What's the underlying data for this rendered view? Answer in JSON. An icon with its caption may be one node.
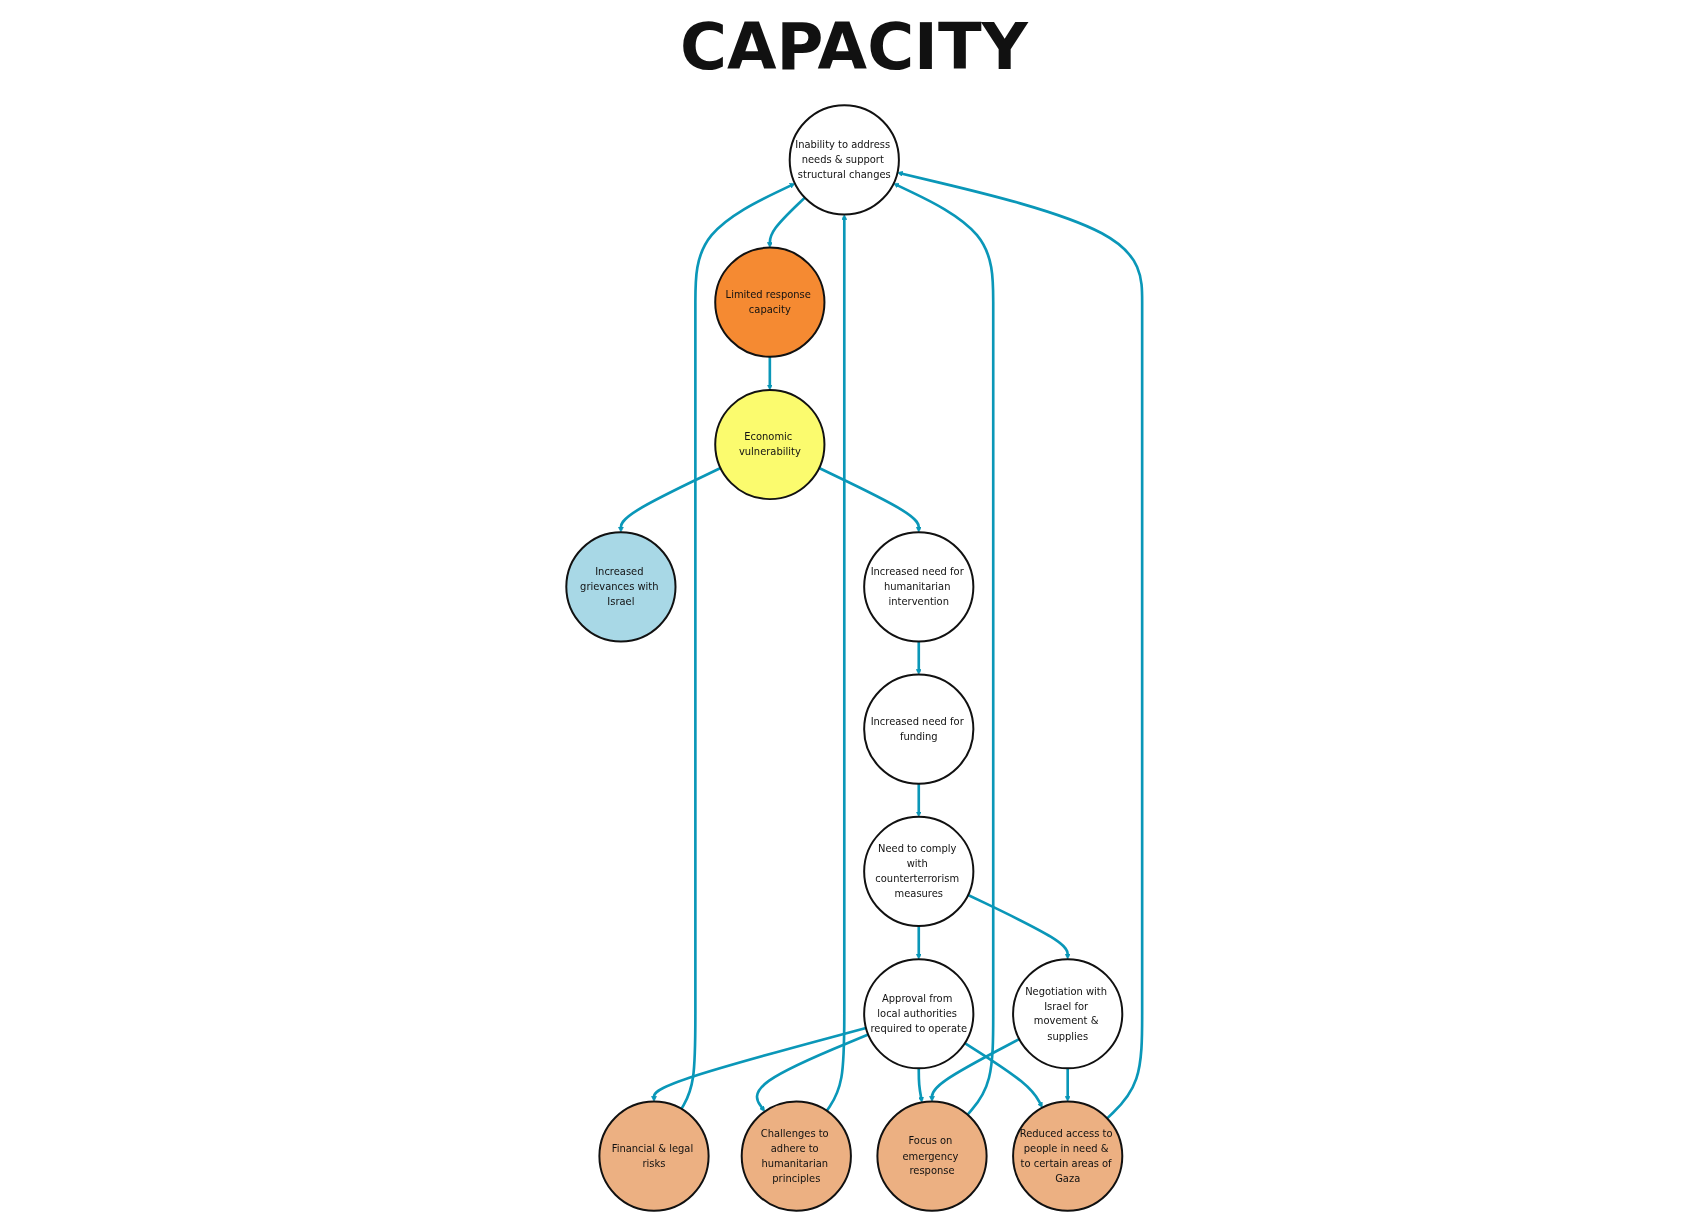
{
  "diagram": {
    "title": "CAPACITY",
    "nodes": [
      {
        "text": [
          "Inability to address needs & support structural changes"
        ]
      },
      {
        "text": [
          "Limited response capacity"
        ]
      },
      {
        "text": [
          "Increased grievances with Israel"
        ]
      },
      {
        "text": [
          "Economic vulnerability"
        ]
      },
      {
        "text": [
          "Financial & legal risks"
        ]
      },
      {
        "text": [
          "Challenges to adhere to humanitarian principles"
        ]
      },
      {
        "text": [
          "Focus on emergency response"
        ]
      },
      {
        "text": [
          "Reduced access to people in need & to certain areas of Gaza"
        ]
      },
      {
        "text": [
          "Approval from local authorities required to operate"
        ]
      },
      {
        "text": [
          "Negotiation with Israel for movement & supplies"
        ]
      },
      {
        "text": [
          "Increased need for humanitarian intervention"
        ]
      },
      {
        "text": [
          "Need to comply with counterterrorism measures"
        ]
      },
      {
        "text": [
          "Increased need for funding"
        ]
      }
    ],
    "edges": [
      {
        "from": 0,
        "to": 1,
        "arrow": "to"
      },
      {
        "from": 1,
        "to": 3,
        "arrow": "to"
      },
      {
        "from": 3,
        "to": 2,
        "arrow": "to"
      },
      {
        "from": 3,
        "to": 10,
        "arrow": "to"
      },
      {
        "from": 10,
        "to": 12,
        "arrow": "to"
      },
      {
        "from": 12,
        "to": 11,
        "arrow": "to"
      },
      {
        "from": 11,
        "to": 8,
        "arrow": "to"
      },
      {
        "from": 11,
        "to": 9,
        "arrow": "to"
      },
      {
        "from": 8,
        "to": 4,
        "arrow": "to"
      },
      {
        "from": 8,
        "to": 5,
        "arrow": "to"
      },
      {
        "from": 8,
        "to": 6,
        "arrow": "to"
      },
      {
        "from": 8,
        "to": 7,
        "arrow": "to"
      },
      {
        "from": 9,
        "to": 6,
        "arrow": "to"
      },
      {
        "from": 9,
        "to": 7,
        "arrow": "to"
      },
      {
        "from": 4,
        "to": 0,
        "arrow": "to"
      },
      {
        "from": 5,
        "to": 0,
        "arrow": "to"
      },
      {
        "from": 6,
        "to": 0,
        "arrow": "to"
      },
      {
        "from": 7,
        "to": 0,
        "arrow": "to"
      }
    ]
  }
}
